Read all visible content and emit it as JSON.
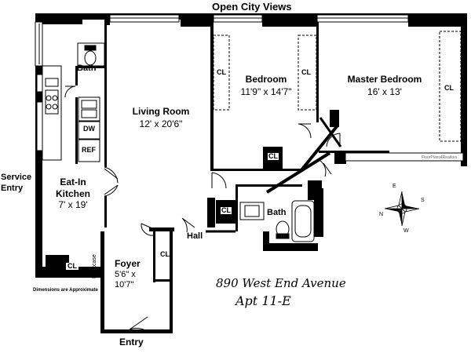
{
  "header": {
    "views": "Open City Views"
  },
  "rooms": {
    "bath_top": "Bath",
    "living_room": {
      "name": "Living Room",
      "dims": "12' x 20'6\""
    },
    "bedroom": {
      "name": "Bedroom",
      "dims": "11'9\" x 14'7\""
    },
    "master_bedroom": {
      "name": "Master Bedroom",
      "dims": "16' x 13'"
    },
    "kitchen": {
      "name1": "Eat-In",
      "name2": "Kitchen",
      "dims": "7' x 19'"
    },
    "service_entry": {
      "line1": "Service",
      "line2": "Entry"
    },
    "hall": "Hall",
    "bath_mid": "Bath",
    "foyer": {
      "name": "Foyer",
      "dims1": "5'6\" x",
      "dims2": "10'7\""
    },
    "entry": "Entry",
    "bookcase": "Bookcase"
  },
  "closets": [
    "CL",
    "CL",
    "CL",
    "CL",
    "CL",
    "CL",
    "CL"
  ],
  "appliances": {
    "dishwasher": "DW",
    "refrigerator": "REF"
  },
  "notes": {
    "dimensions": "Dimensions are Approximate",
    "watermark": "FloorPlans4Realtors"
  },
  "address": {
    "line1": "890 West End Avenue",
    "line2": "Apt 11-E"
  },
  "compass": {
    "n": "N",
    "e": "E",
    "s": "S",
    "w": "W"
  }
}
